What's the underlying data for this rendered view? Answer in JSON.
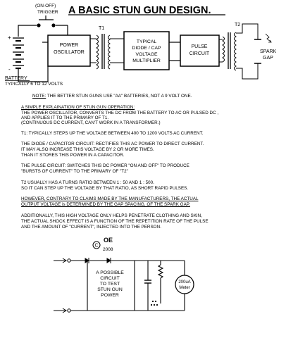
{
  "title": "A BASIC STUN GUN DESIGN.",
  "top_diagram": {
    "switch_label_1": "(ON-OFF)",
    "switch_label_2": "TRIGGER",
    "battery_plus": "+",
    "battery_minus": "-",
    "battery_label": "BATTERY",
    "battery_sub": "TYPICALLY  6 TO 12 VOLTS",
    "t1": "T1",
    "t2": "T2",
    "blocks": [
      {
        "line1": "POWER",
        "line2": "OSCILLATOR"
      },
      {
        "line1": "TYPICAL",
        "line2": "DIODE / CAP",
        "line3": "VOLTAGE",
        "line4": "MULTIPLIER"
      },
      {
        "line1": "PULSE",
        "line2": "CIRCUIT"
      }
    ],
    "spark_1": "SPARK",
    "spark_2": "GAP"
  },
  "text": {
    "note_label": "NOTE:",
    "note_body": "  THE BETTER STUN GUNS USE \"AA\" BATTERIES, NOT A 9 VOLT ONE.",
    "expl_heading": "A SIMPLE EXPLAINATION OF STUN GUN OPERATION:",
    "p1_l1": "THE POWER OSCILLATOR, CONVERTS THE DC FROM THE BATTERY TO AC OR PULSED DC ,",
    "p1_l2": "AND APPLIES IT TO THE PRIMARY OF T1.",
    "p1_l3": "(CONTINUOUS DC CURRENT, CAN'T WORK IN A TRANSFORMER.)",
    "p2_l1": "T1: TYPICALLY STEPS UP THE VOLTAGE BETWEEN 400 TO 1200 VOLTS  AC CURRENT.",
    "p3_l1": "THE DIODE / CAPACITOR CIRCUIT: RECTIFIES THIS AC POWER TO DIRECT CURRENT.",
    "p3_l2": "IT MAY ALSO INCREASE THIS VOLTAGE BY 2 OR  MORE TIMES.",
    "p3_l3": "THAN IT STORES THIS POWER IN A CAPACITOR.",
    "p4_l1": "THE PULSE CIRCUIT: SWITCHES THIS DC POWER  \"ON AND OFF\" TO PRODUCE",
    "p4_l2": "\"BURSTS  OF CURRENT\" TO THE PRIMARY OF \"T2\"",
    "p5_l1": "T2 USUALLY HAS  A TURNS RATIO BETWEEN 1 : 50 AND 1 : 500.",
    "p5_l2": " SO IT CAN STEP UP THE VOLTAGE BY THAT RATIO, AS SHORT RAPID PULSES.",
    "p6_l1_u": "HOWEVER,",
    "p6_l1_rest": "  CONTRARY TO CLAIMS MADE BY THE MANUFACTURERS, THE ACTUAL",
    "p6_l2": "OUTPUT VOLTAGE is DETERMINED  BY THE GAP SPACING, OF THE SPARK GAP.",
    "p7_l1": "ADDITIONALLY, THIS HIGH VOLTAGE ONLY HELPS PENETRATE CLOTHING  AND SKIN,",
    "p7_l2": "THE ACTUAL SHOCK EFFECT IS A FUNCTION OF THE REPETITION  RATE OF THE PULSE",
    "p7_l3": "AND THE  AMOUNT OF  \"CURRENT\",  INJECTED INTO THE PERSON."
  },
  "copyright": {
    "symbol": "C",
    "mark": "OE",
    "year": "2008"
  },
  "bottom_diagram": {
    "caption_1": "A POSSIBLE",
    "caption_2": "CIRCUIT",
    "caption_3": "TO TEST",
    "caption_4": "STUN GUN",
    "caption_5": "POWER",
    "meter_1": "200uA",
    "meter_2": "Meter"
  }
}
